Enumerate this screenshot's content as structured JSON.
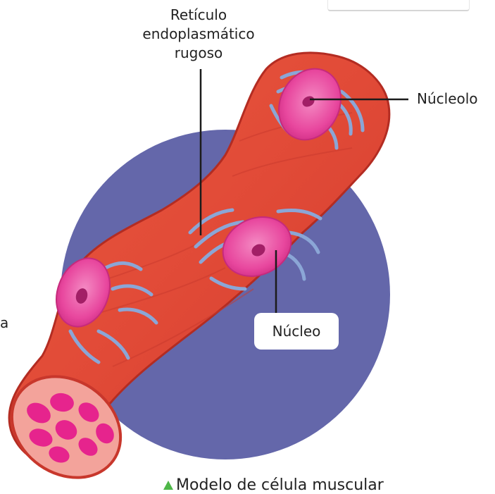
{
  "labels": {
    "rer": "Retículo endoplasmático rugoso",
    "nucleolo": "Núcleolo",
    "nucleo": "Núcleo",
    "stray": "a"
  },
  "caption": "Modelo de célula muscular",
  "colors": {
    "circle": "#6467aa",
    "cell_outer": "#c8372c",
    "cell_body": "#e5533e",
    "nucleus": "#e83d95",
    "nucleus_inner": "#f06cb5",
    "nucleolus": "#a21f66",
    "reticulum": "#8ba6d6",
    "cross_section_bg": "#f3a39b",
    "cross_section_fibers": "#e6248d",
    "caption_triangle": "#4eb748"
  },
  "icons": {
    "caption_marker": "triangle-up-icon"
  }
}
